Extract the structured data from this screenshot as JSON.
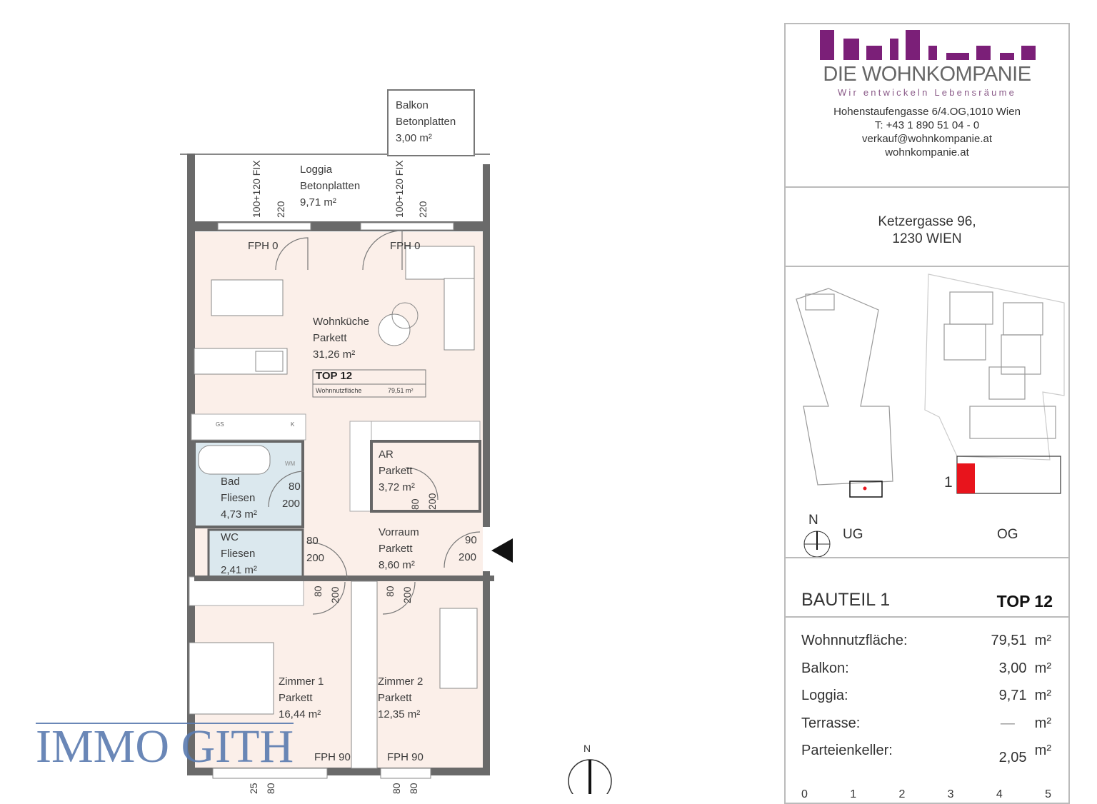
{
  "plan": {
    "rooms": [
      {
        "id": "balkon",
        "name": "Balkon",
        "floor": "Betonplatten",
        "area": "3,00 m²"
      },
      {
        "id": "loggia",
        "name": "Loggia",
        "floor": "Betonplatten",
        "area": "9,71 m²"
      },
      {
        "id": "wohnkueche",
        "name": "Wohnküche",
        "floor": "Parkett",
        "area": "31,26 m²"
      },
      {
        "id": "ar",
        "name": "AR",
        "floor": "Parkett",
        "area": "3,72 m²"
      },
      {
        "id": "bad",
        "name": "Bad",
        "floor": "Fliesen",
        "area": "4,73 m²"
      },
      {
        "id": "wc",
        "name": "WC",
        "floor": "Fliesen",
        "area": "2,41 m²"
      },
      {
        "id": "vorraum",
        "name": "Vorraum",
        "floor": "Parkett",
        "area": "8,60 m²"
      },
      {
        "id": "zimmer1",
        "name": "Zimmer 1",
        "floor": "Parkett",
        "area": "16,44 m²"
      },
      {
        "id": "zimmer2",
        "name": "Zimmer 2",
        "floor": "Parkett",
        "area": "12,35 m²"
      }
    ],
    "top_box": {
      "title": "TOP 12",
      "label": "Wohnnutzfläche",
      "value": "79,51 m²"
    },
    "windows": {
      "fph0": "FPH 0",
      "fph90": "FPH 90",
      "fix": "100+120 FIX",
      "h220": "220",
      "b25": "25",
      "b80": "80"
    },
    "doors": {
      "d80": "80",
      "d90": "90",
      "d200": "200"
    },
    "fixtures": {
      "gs": "GS",
      "k": "K",
      "wm": "WM"
    },
    "north": "N"
  },
  "watermark": "IMMO GITH",
  "panel": {
    "company": "DIE WOHNKOMPANIE",
    "tagline": "Wir entwickeln Lebensräume",
    "address": "Hohenstaufengasse 6/4.OG,1010 Wien",
    "phone": "T: +43 1 890 51 04 - 0",
    "email": "verkauf@wohnkompanie.at",
    "web": "wohnkompanie.at",
    "project_street": "Ketzergasse 96,",
    "project_city": "1230 WIEN",
    "site": {
      "north": "N",
      "ug": "UG",
      "og": "OG",
      "bauteil_marker": "1",
      "highlight_color": "#e8141c"
    },
    "bauteil": "BAUTEIL 1",
    "top": "TOP 12",
    "areas": [
      {
        "label": "Wohnnutzfläche:",
        "value": "79,51",
        "unit": "m²"
      },
      {
        "label": "Balkon:",
        "value": "3,00",
        "unit": "m²"
      },
      {
        "label": "Loggia:",
        "value": "9,71",
        "unit": "m²"
      },
      {
        "label": "Terrasse:",
        "value": "—",
        "unit": "m²"
      },
      {
        "label": "Parteienkeller:",
        "value": "2,05",
        "unit": "m²"
      }
    ],
    "scale": [
      "0",
      "1",
      "2",
      "3",
      "4",
      "5"
    ]
  },
  "colors": {
    "brand": "#7b1f78",
    "room_fill": "#fbefe9",
    "wet_fill": "#dbe8ee",
    "wall": "#6a6a6a"
  }
}
